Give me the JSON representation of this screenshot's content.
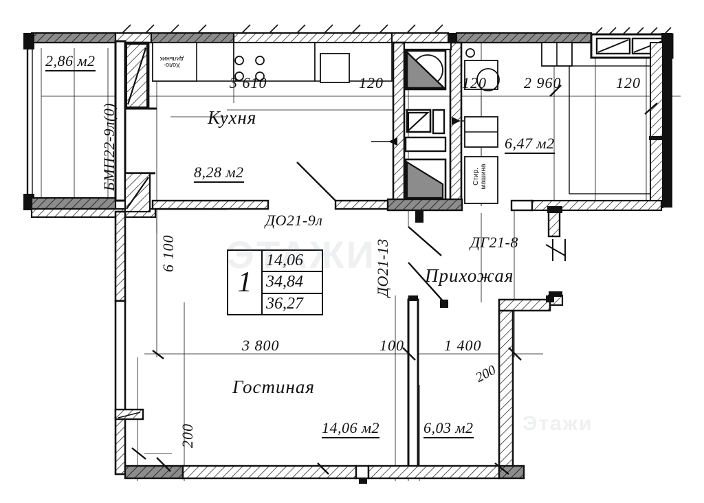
{
  "document": {
    "kind": "apartment-floor-plan",
    "watermark_main": "ЭТАЖИ",
    "watermark_secondary": "Этажи"
  },
  "apartment_table": {
    "number": "1",
    "living_area": "14,06",
    "total_area": "34,84",
    "area_with_balcony": "36,27"
  },
  "rooms": [
    {
      "key": "kitchen",
      "name": "Кухня",
      "area": "8,28 м2"
    },
    {
      "key": "living",
      "name": "Гостиная",
      "area": "14,06 м2"
    },
    {
      "key": "hall",
      "name": "Прихожая",
      "area": "6,47 м2"
    },
    {
      "key": "room2",
      "name": "",
      "area": "6,03 м2"
    },
    {
      "key": "balcony",
      "name": "",
      "area": "2,86 м2"
    }
  ],
  "labels": {
    "balcony_area": "2,86 м2",
    "kitchen_name": "Кухня",
    "kitchen_area": "8,28 м2",
    "hall_name": "Прихожая",
    "hall_area": "6,47 м2",
    "living_name": "Гостиная",
    "living_area": "14,06 м2",
    "room2_area": "6,03 м2",
    "fridge": "Холо-\nдильник",
    "fridge_line1": "Холо-",
    "fridge_line2": "дильник",
    "washer_line1": "Стир.",
    "washer_line2": "машина"
  },
  "codes": {
    "balcony_door": "БМП22-9л(0)",
    "kitchen_door": "ДО21-9л",
    "bath_door": "ДО21-13",
    "entrance_door": "ДГ21-8"
  },
  "dimensions": {
    "kitchen_width": "3 610",
    "bath_width": "120",
    "bath_width_2": "120",
    "hall_width": "2 960",
    "right_wall": "120",
    "left_height": "6 100",
    "living_width": "3 800",
    "partition": "100",
    "room2_width": "1 400",
    "wall_200_right": "200",
    "wall_200_left": "200"
  },
  "colors": {
    "ink": "#111111",
    "hatch_fill": "#8c8c8c",
    "paper": "#ffffff",
    "watermark": "#78828c"
  }
}
